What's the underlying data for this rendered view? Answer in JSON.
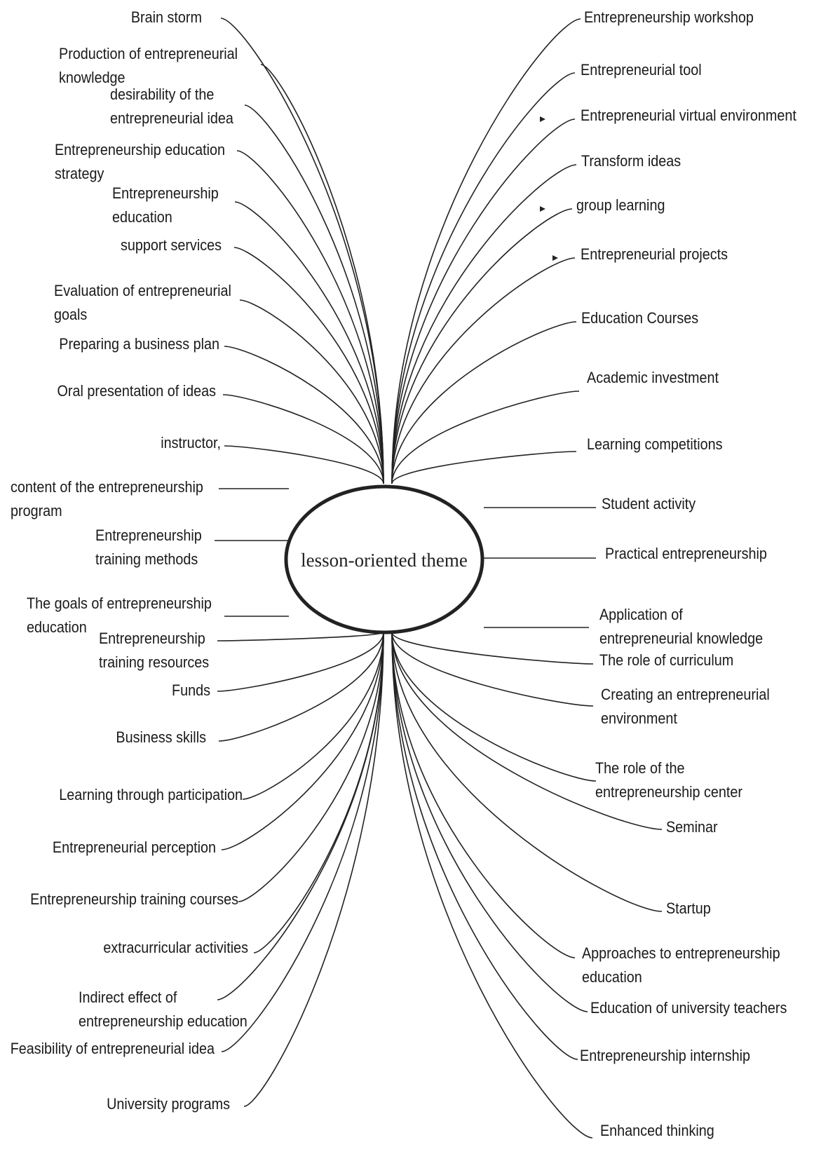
{
  "center": {
    "label": "lesson-oriented theme"
  },
  "left_items": [
    {
      "lines": [
        "Brain storm"
      ]
    },
    {
      "lines": [
        "Production of entrepreneurial",
        "knowledge"
      ]
    },
    {
      "lines": [
        "desirability of the",
        "entrepreneurial idea"
      ]
    },
    {
      "lines": [
        "Entrepreneurship education",
        "strategy"
      ]
    },
    {
      "lines": [
        "Entrepreneurship",
        "education"
      ]
    },
    {
      "lines": [
        "support services"
      ]
    },
    {
      "lines": [
        "Evaluation of entrepreneurial",
        "goals"
      ]
    },
    {
      "lines": [
        "Preparing a business plan"
      ]
    },
    {
      "lines": [
        "Oral presentation of ideas"
      ]
    },
    {
      "lines": [
        "instructor,"
      ]
    },
    {
      "lines": [
        "content of the entrepreneurship",
        "program"
      ]
    },
    {
      "lines": [
        "Entrepreneurship",
        "training methods"
      ]
    },
    {
      "lines": [
        "The goals of entrepreneurship",
        "education"
      ]
    },
    {
      "lines": [
        "Entrepreneurship",
        "training resources"
      ]
    },
    {
      "lines": [
        "Funds"
      ]
    },
    {
      "lines": [
        "Business skills"
      ]
    },
    {
      "lines": [
        "Learning through participation"
      ]
    },
    {
      "lines": [
        "Entrepreneurial perception"
      ]
    },
    {
      "lines": [
        "Entrepreneurship training courses"
      ]
    },
    {
      "lines": [
        "extracurricular activities"
      ]
    },
    {
      "lines": [
        "Indirect effect of",
        "entrepreneurship education"
      ]
    },
    {
      "lines": [
        "Feasibility of entrepreneurial idea"
      ]
    },
    {
      "lines": [
        "University programs"
      ]
    }
  ],
  "right_items": [
    {
      "lines": [
        "Entrepreneurship workshop"
      ]
    },
    {
      "lines": [
        "Entrepreneurial tool"
      ]
    },
    {
      "lines": [
        "Entrepreneurial virtual environment"
      ]
    },
    {
      "lines": [
        "Transform ideas"
      ]
    },
    {
      "lines": [
        "group learning"
      ]
    },
    {
      "lines": [
        "Entrepreneurial projects"
      ]
    },
    {
      "lines": [
        "Education Courses"
      ]
    },
    {
      "lines": [
        "Academic investment"
      ]
    },
    {
      "lines": [
        "Learning competitions"
      ]
    },
    {
      "lines": [
        "Student activity"
      ]
    },
    {
      "lines": [
        "Practical entrepreneurship"
      ]
    },
    {
      "lines": [
        "Application of",
        "entrepreneurial knowledge"
      ]
    },
    {
      "lines": [
        "The role of curriculum"
      ]
    },
    {
      "lines": [
        "Creating an entrepreneurial",
        "environment"
      ]
    },
    {
      "lines": [
        "The role of the",
        "entrepreneurship center"
      ]
    },
    {
      "lines": [
        "Seminar"
      ]
    },
    {
      "lines": [
        "Startup"
      ]
    },
    {
      "lines": [
        "Approaches to entrepreneurship",
        "education"
      ]
    },
    {
      "lines": [
        "Education of university teachers"
      ]
    },
    {
      "lines": [
        "Entrepreneurship internship"
      ]
    },
    {
      "lines": [
        "Enhanced thinking"
      ]
    }
  ]
}
